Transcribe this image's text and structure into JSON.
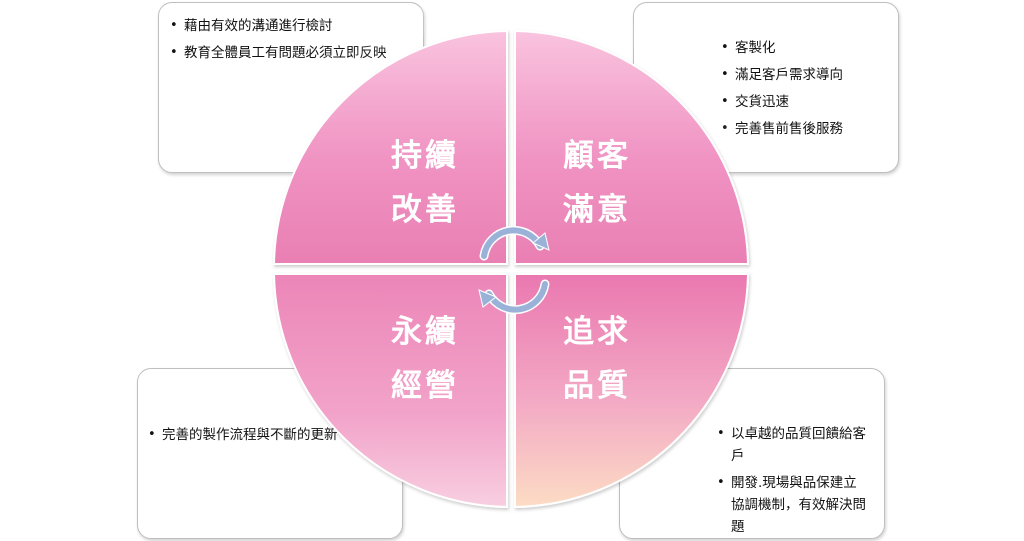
{
  "quadrants": {
    "top_left": {
      "line1": "持續",
      "line2": "改善"
    },
    "top_right": {
      "line1": "顧客",
      "line2": "滿意"
    },
    "bottom_left": {
      "line1": "永續",
      "line2": "經營"
    },
    "bottom_right": {
      "line1": "追求",
      "line2": "品質"
    }
  },
  "boxes": {
    "top_left": {
      "items": [
        "藉由有效的溝通進行檢討",
        "教育全體員工有問題必須立即反映"
      ]
    },
    "top_right": {
      "items": [
        "客製化",
        "滿足客戶需求導向",
        "交貨迅速",
        "完善售前售後服務"
      ]
    },
    "bottom_left": {
      "items": [
        "完善的製作流程與不斷的更新"
      ]
    },
    "bottom_right": {
      "items": [
        "以卓越的品質回饋給客戶",
        "開發.現場與品保建立協調機制，有效解決問題"
      ]
    }
  },
  "icons": {
    "center": "circular-arrows-icon"
  },
  "colors": {
    "pink_light": "#f6b3d5",
    "pink_mid": "#ef88bd",
    "pink_dark": "#e3699f",
    "peach": "#fbd8c2",
    "arrow": "#9ab2d8",
    "box_border": "#bfbfbf"
  }
}
